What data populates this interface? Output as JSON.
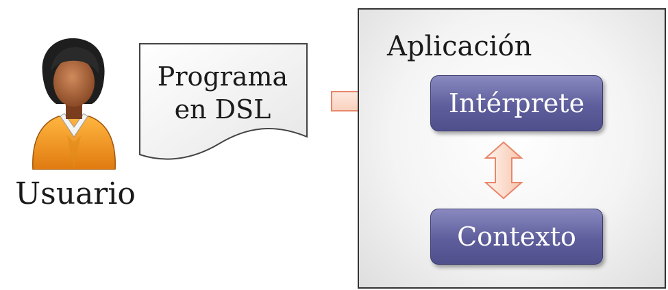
{
  "user": {
    "label": "Usuario",
    "icon": "person-icon"
  },
  "document": {
    "line1": "Programa",
    "line2": "en DSL"
  },
  "application": {
    "title": "Aplicación",
    "interpreter": "Intérprete",
    "context": "Contexto"
  },
  "colors": {
    "box_fill": "#5e5e9c",
    "arrow_fill": "#fbe0d2",
    "arrow_stroke": "#e8866a",
    "shirt": "#f39a1f"
  }
}
